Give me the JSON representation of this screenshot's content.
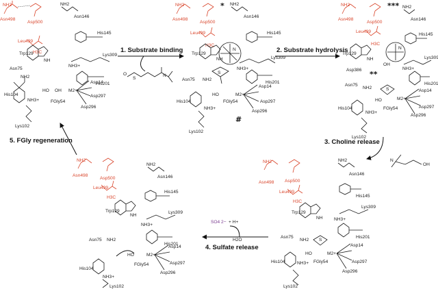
{
  "steps": {
    "s1": "1. Substrate binding",
    "s2": "2. Substrate hydrolysis",
    "s3": "3. Choline release",
    "s4": "4. Sulfate release",
    "s5": "5. FGly regeneration"
  },
  "marks": {
    "star1": "*",
    "star2": "**",
    "star3": "***",
    "hash": "#"
  },
  "residues": {
    "asn498": "Asn498",
    "asp500": "Asp500",
    "leu499": "Leu499",
    "h3c": "H3C",
    "asn146": "Asn146",
    "his145": "His145",
    "trp129": "Trp129",
    "lys309": "Lys309",
    "his201": "His201",
    "asn75": "Asn75",
    "his104": "His104",
    "fgly54": "FGly54",
    "asp14": "Asp14",
    "asp297": "Asp297",
    "asp296": "Asp296",
    "lys102": "Lys102",
    "asp386": "Asp386",
    "nh2": "NH2",
    "nh3": "NH3+",
    "nh": "NH",
    "m2": "M2+",
    "n": "N",
    "h": "H",
    "ho": "HO",
    "oh": "OH",
    "o": "O",
    "s": "S"
  },
  "reagents": {
    "sulfate": "SO4 2−",
    "plus": "+ H+",
    "water": "H2O",
    "oh": "OH"
  },
  "colors": {
    "accent": "#d9452b",
    "ink": "#1a1a1a",
    "sulfate": "#7a3b8f"
  }
}
